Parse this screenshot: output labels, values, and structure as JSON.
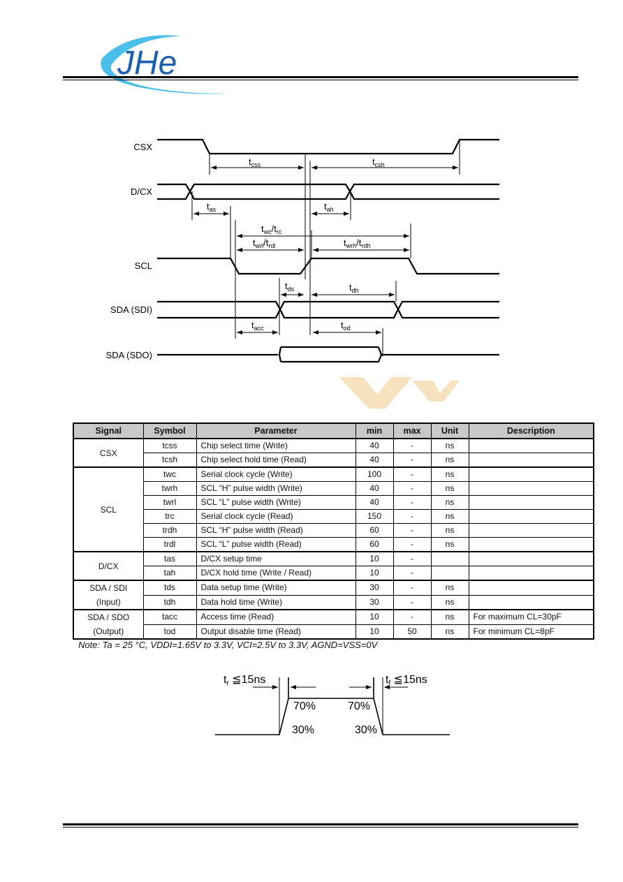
{
  "header": {
    "logo_text": "JHe"
  },
  "timing_diagram": {
    "signals": [
      "CSX",
      "D/CX",
      "SCL",
      "SDA (SDI)",
      "SDA (SDO)"
    ],
    "labels": {
      "tcss": [
        "t",
        "css"
      ],
      "tcsh": [
        "t",
        "csh"
      ],
      "tas": [
        "t",
        "as"
      ],
      "tah": [
        "t",
        "ah"
      ],
      "twc": [
        "t",
        "wc",
        "/t",
        "rc"
      ],
      "twrl": [
        "t",
        "wrl",
        "/t",
        "rdl"
      ],
      "twrh": [
        "t",
        "wrh",
        "/t",
        "rdh"
      ],
      "tds": [
        "t",
        "ds"
      ],
      "tdh": [
        "t",
        "dh"
      ],
      "tacc": [
        "t",
        "acc"
      ],
      "tod": [
        "t",
        "od"
      ]
    }
  },
  "table": {
    "headers": [
      "Signal",
      "Symbol",
      "Parameter",
      "min",
      "max",
      "Unit",
      "Description"
    ],
    "groups": [
      {
        "signal": [
          "CSX"
        ],
        "rows": [
          [
            "tcss",
            "Chip select time (Write)",
            "40",
            "-",
            "ns",
            ""
          ],
          [
            "tcsh",
            "Chip select hold time (Read)",
            "40",
            "-",
            "ns",
            ""
          ]
        ]
      },
      {
        "signal": [
          "SCL"
        ],
        "rows": [
          [
            "twc",
            "Serial clock cycle (Write)",
            "100",
            "-",
            "ns",
            ""
          ],
          [
            "twrh",
            "SCL “H” pulse width (Write)",
            "40",
            "-",
            "ns",
            ""
          ],
          [
            "twrl",
            "SCL “L” pulse width (Write)",
            "40",
            "-",
            "ns",
            ""
          ],
          [
            "trc",
            "Serial clock cycle (Read)",
            "150",
            "-",
            "ns",
            ""
          ],
          [
            "trdh",
            "SCL “H” pulse width (Read)",
            "60",
            "-",
            "ns",
            ""
          ],
          [
            "trdl",
            "SCL “L” pulse width (Read)",
            "60",
            "-",
            "ns",
            ""
          ]
        ]
      },
      {
        "signal": [
          "D/CX"
        ],
        "rows": [
          [
            "tas",
            "D/CX setup time",
            "10",
            "-",
            "",
            ""
          ],
          [
            "tah",
            "D/CX hold time (Write / Read)",
            "10",
            "-",
            "",
            ""
          ]
        ]
      },
      {
        "signal": [
          "SDA / SDI",
          "(Input)"
        ],
        "rows": [
          [
            "tds",
            "Data setup time (Write)",
            "30",
            "-",
            "ns",
            ""
          ],
          [
            "tdh",
            "Data hold time (Write)",
            "30",
            "-",
            "ns",
            ""
          ]
        ]
      },
      {
        "signal": [
          "SDA / SDO",
          "(Output)"
        ],
        "rows": [
          [
            "tacc",
            "Access time (Read)",
            "10",
            "-",
            "ns",
            "For maximum CL=30pF"
          ],
          [
            "tod",
            "Output disable time (Read)",
            "10",
            "50",
            "ns",
            "For minimum CL=8pF"
          ]
        ]
      }
    ]
  },
  "note": "Note: Ta = 25 °C, VDDI=1.65V to 3.3V, VCI=2.5V to 3.3V, AGND=VSS=0V",
  "edge_diagram": {
    "tr_label": [
      "t",
      "r",
      " ≦15ns"
    ],
    "tf_label": [
      "t",
      "f",
      " ≦15ns"
    ],
    "pct_high": "70%",
    "pct_low": "30%"
  },
  "colors": {
    "logo_blue": "#1f5fb0",
    "logo_swoosh": "#2bb4e8",
    "header_gray": "#c8c8c8",
    "watermark": "#f3c98a"
  }
}
